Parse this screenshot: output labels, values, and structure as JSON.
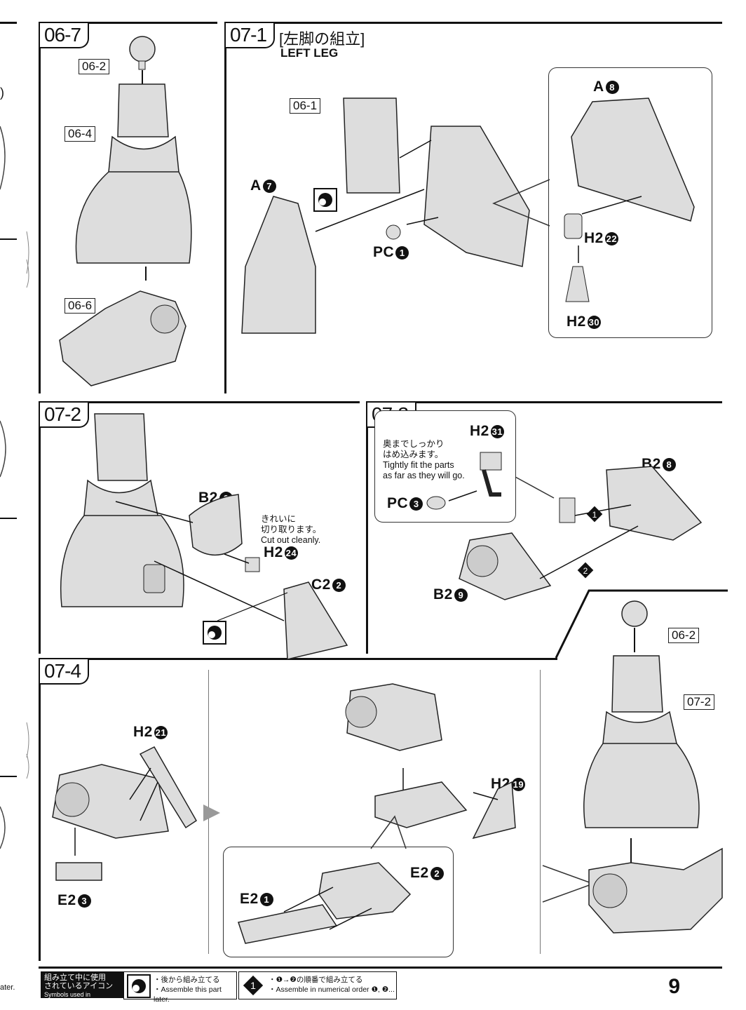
{
  "steps": {
    "s06_7": {
      "label": "06-7",
      "refs": [
        "06-2",
        "06-4",
        "06-6"
      ]
    },
    "s07_1": {
      "label": "07-1",
      "title_ja": "[左脚の組立]",
      "title_en": "LEFT LEG",
      "ref": "06-1",
      "parts": {
        "a7": "A",
        "a8": "A",
        "pc1": "PC",
        "h2_22": "H2",
        "h2_30": "H2"
      },
      "nums": {
        "a7": "7",
        "a8": "8",
        "pc1": "1",
        "h2_22": "22",
        "h2_30": "30"
      }
    },
    "s07_2": {
      "label": "07-2",
      "parts": {
        "b2_6": "B2",
        "h2_24": "H2",
        "c2_2": "C2"
      },
      "nums": {
        "b2_6": "6",
        "h2_24": "24",
        "c2_2": "2"
      },
      "note_ja": "きれいに\n切り取ります。",
      "note_en": "Cut out cleanly."
    },
    "s07_3": {
      "label": "07-3",
      "parts": {
        "h2_31": "H2",
        "pc3": "PC",
        "b2_8": "B2",
        "b2_9": "B2"
      },
      "nums": {
        "h2_31": "31",
        "pc3": "3",
        "b2_8": "8",
        "b2_9": "9",
        "order1": "1",
        "order2": "2"
      },
      "note_ja": "奥までしっかり\nはめ込みます。",
      "note_en": "Tightly fit the parts\nas far as they will go."
    },
    "s07_4": {
      "label": "07-4",
      "parts": {
        "h2_21": "H2",
        "e2_3": "E2",
        "h2_19": "H2",
        "e2_2": "E2",
        "e2_1": "E2"
      },
      "nums": {
        "h2_21": "21",
        "e2_3": "3",
        "h2_19": "19",
        "e2_2": "2",
        "e2_1": "1"
      },
      "refs": [
        "06-2",
        "07-2"
      ]
    }
  },
  "legend": {
    "title_ja": "組み立て中に使用\nされているアイコン",
    "title_en": "Symbols used in instructions",
    "later_ja": "・後から組み立てる",
    "later_en": "・Assemble this part later.",
    "order_ja": "・❶→❷の順番で組み立てる",
    "order_en": "・Assemble in numerical order ❶, ❷..."
  },
  "edge_text": "ater.",
  "page_number": "9"
}
